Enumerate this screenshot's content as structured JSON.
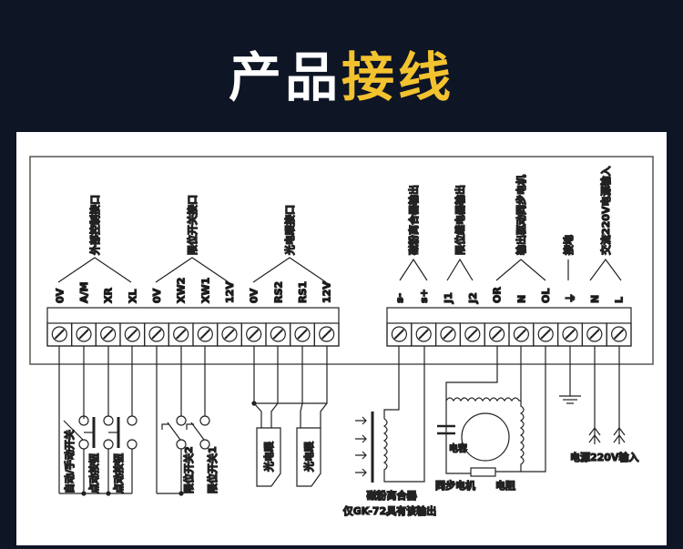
{
  "title": {
    "part1": "产品",
    "part2": "接线"
  },
  "groups_left": [
    {
      "label": "外部控制接口",
      "terminals": [
        "0V",
        "A/M",
        "XR",
        "XL"
      ]
    },
    {
      "label": "限位开关接口",
      "terminals": [
        "0V",
        "XW2",
        "XW1",
        "12V"
      ]
    },
    {
      "label": "光电眼接口",
      "terminals": [
        "0V",
        "RS2",
        "RS1",
        "12V"
      ]
    }
  ],
  "groups_right": [
    {
      "label": "磁粉离合器输出",
      "terminals": [
        "s-",
        "s+"
      ]
    },
    {
      "label": "限位继电器输出",
      "terminals": [
        "J1",
        "J2"
      ]
    },
    {
      "label": "输出驱动同步电机",
      "terminals": [
        "OR",
        "N",
        "OL"
      ]
    },
    {
      "label": "接地",
      "terminals": [
        "⏚"
      ]
    },
    {
      "label": "交流220V电源输入",
      "terminals": [
        "N",
        "L"
      ]
    }
  ],
  "components": {
    "auto_manual_switch": "自动/手动开关",
    "jog_button_1": "点动按钮",
    "jog_button_2": "点动按钮",
    "limit_switch_2": "限位开关2",
    "limit_switch_1": "限位开关1",
    "photo_eye_1": "光电眼",
    "photo_eye_2": "光电眼",
    "clutch": "磁粉离合器",
    "clutch_note": "仅GK-72具有该输出",
    "capacitor": "电容",
    "sync_motor": "同步电机",
    "resistor": "电阻",
    "power_input": "电源220V输入"
  }
}
